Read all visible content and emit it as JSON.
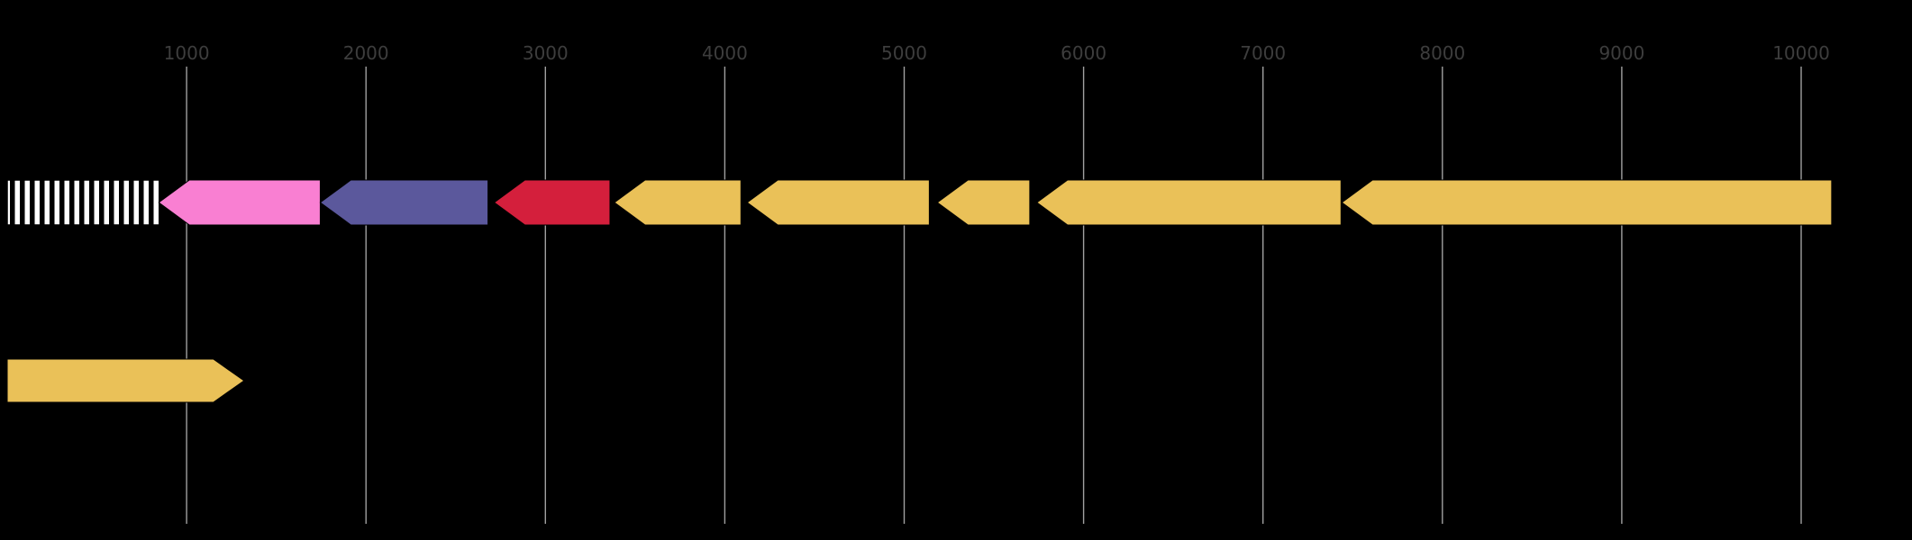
{
  "figure": {
    "type": "genome-feature-map",
    "background_color": "#000000",
    "axis": {
      "tick_labels": [
        "1000",
        "2000",
        "3000",
        "4000",
        "5000",
        "6000",
        "7000",
        "8000",
        "9000",
        "10000"
      ],
      "tick_values": [
        1000,
        2000,
        3000,
        4000,
        5000,
        6000,
        7000,
        8000,
        9000,
        10000
      ],
      "tick_label_color": "#3d3d3d",
      "gridline_color": "#a0a0a0",
      "domain_start": 0,
      "domain_end": 10620
    },
    "colors": {
      "gold": "#EAC158",
      "pink": "#F97FD2",
      "purple": "#5B589C",
      "red": "#D41F3C",
      "hatch_fg": "#000000",
      "hatch_bg": "#FFFFFF"
    },
    "tracks": [
      {
        "name": "feature-row-upper",
        "features": [
          {
            "name": "hatched-box-feature",
            "start": 0,
            "end": 850,
            "direction": "none",
            "color": "hatch"
          },
          {
            "name": "pink-gene-arrow",
            "start": 845,
            "end": 1745,
            "direction": "left",
            "color": "pink"
          },
          {
            "name": "purple-gene-arrow",
            "start": 1745,
            "end": 2680,
            "direction": "left",
            "color": "purple"
          },
          {
            "name": "red-gene-arrow",
            "start": 2715,
            "end": 3360,
            "direction": "left",
            "color": "red"
          },
          {
            "name": "gold-gene-arrow-1",
            "start": 3385,
            "end": 4090,
            "direction": "left",
            "color": "gold"
          },
          {
            "name": "gold-gene-arrow-2",
            "start": 4125,
            "end": 5140,
            "direction": "left",
            "color": "gold"
          },
          {
            "name": "gold-gene-arrow-3",
            "start": 5185,
            "end": 5700,
            "direction": "left",
            "color": "gold"
          },
          {
            "name": "gold-gene-arrow-4",
            "start": 5740,
            "end": 7435,
            "direction": "left",
            "color": "gold"
          },
          {
            "name": "gold-gene-arrow-5",
            "start": 7440,
            "end": 10170,
            "direction": "left",
            "color": "gold"
          }
        ]
      },
      {
        "name": "feature-row-lower",
        "features": [
          {
            "name": "gold-gene-arrow-forward",
            "start": 0,
            "end": 1320,
            "direction": "right",
            "color": "gold"
          }
        ]
      }
    ]
  }
}
